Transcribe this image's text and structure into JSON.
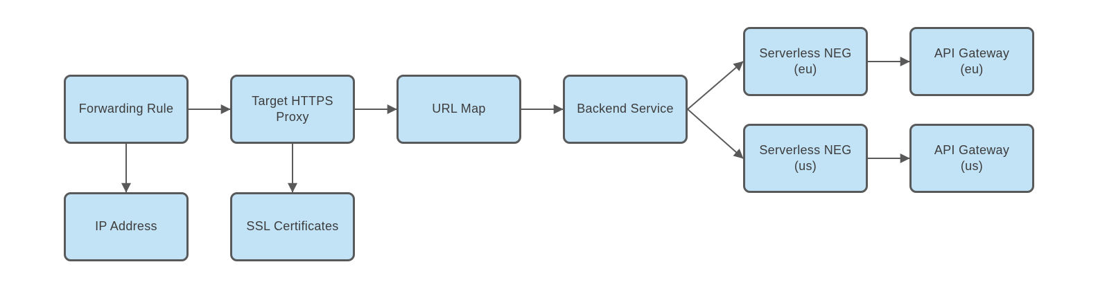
{
  "diagram": {
    "type": "flowchart",
    "description": "Load balancer architecture flow diagram",
    "colors": {
      "background": "#ffffff",
      "node_fill": "#c2e2f5",
      "node_border": "#58595a",
      "text": "#3c3c3c",
      "arrow": "#595959"
    },
    "nodes": {
      "forwarding_rule": {
        "line1": "Forwarding Rule"
      },
      "target_https_proxy": {
        "line1": "Target HTTPS",
        "line2": "Proxy"
      },
      "url_map": {
        "line1": "URL Map"
      },
      "backend_service": {
        "line1": "Backend Service"
      },
      "serverless_neg_eu": {
        "line1": "Serverless NEG",
        "line2": "(eu)"
      },
      "api_gateway_eu": {
        "line1": "API Gateway",
        "line2": "(eu)"
      },
      "serverless_neg_us": {
        "line1": "Serverless NEG",
        "line2": "(us)"
      },
      "api_gateway_us": {
        "line1": "API Gateway",
        "line2": "(us)"
      },
      "ip_address": {
        "line1": "IP Address"
      },
      "ssl_certificates": {
        "line1": "SSL Certificates"
      }
    },
    "edges": [
      {
        "from": "forwarding_rule",
        "to": "target_https_proxy"
      },
      {
        "from": "target_https_proxy",
        "to": "url_map"
      },
      {
        "from": "url_map",
        "to": "backend_service"
      },
      {
        "from": "backend_service",
        "to": "serverless_neg_eu"
      },
      {
        "from": "backend_service",
        "to": "serverless_neg_us"
      },
      {
        "from": "serverless_neg_eu",
        "to": "api_gateway_eu"
      },
      {
        "from": "serverless_neg_us",
        "to": "api_gateway_us"
      },
      {
        "from": "forwarding_rule",
        "to": "ip_address"
      },
      {
        "from": "target_https_proxy",
        "to": "ssl_certificates"
      }
    ]
  }
}
